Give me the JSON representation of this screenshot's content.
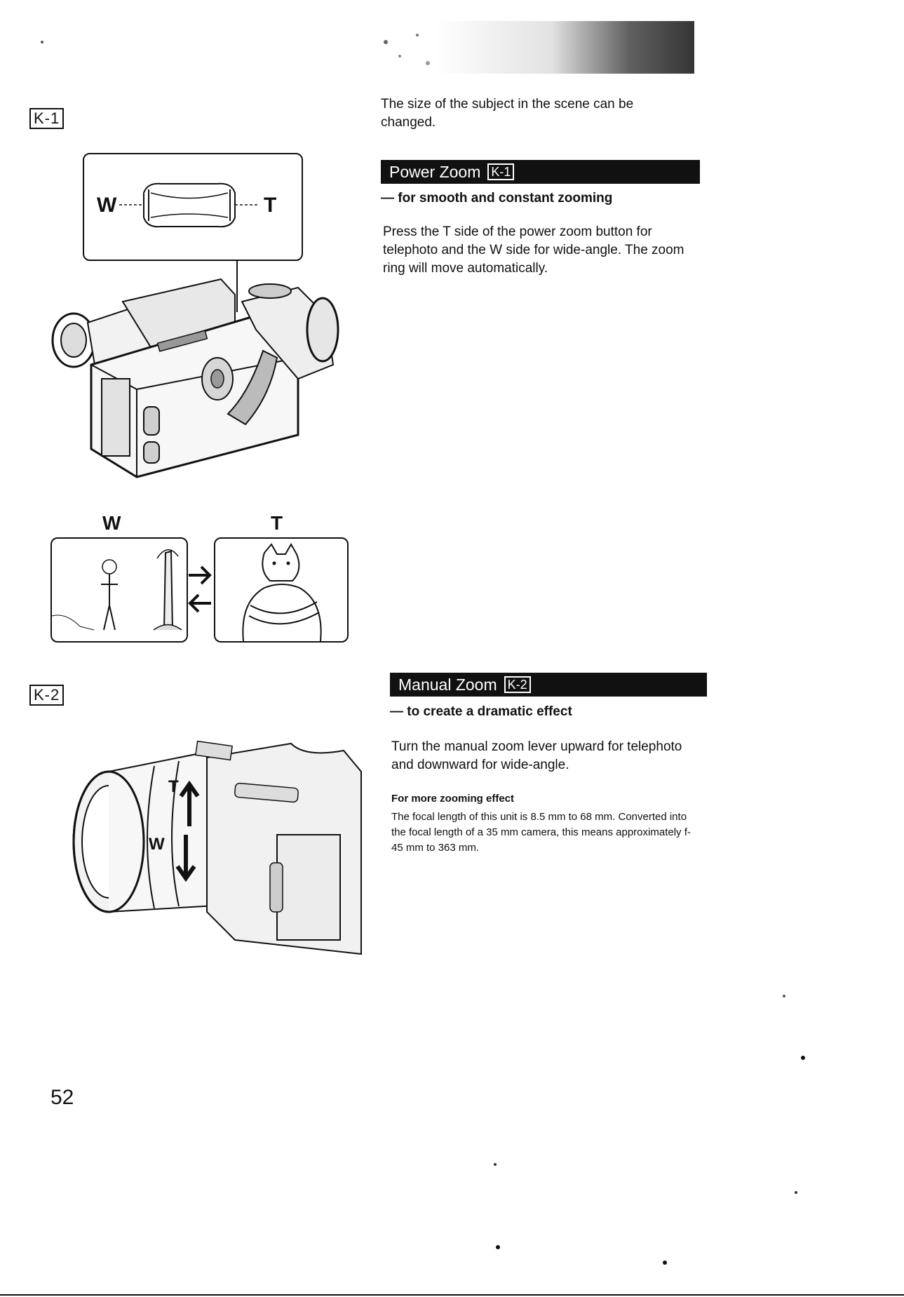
{
  "intro_text": "The size of the subject in the scene can be changed.",
  "figure_k1": {
    "label": "K-1",
    "zoom_w": "W",
    "zoom_t": "T",
    "scene_w": "W",
    "scene_t": "T"
  },
  "power_zoom": {
    "title": "Power Zoom",
    "tag": "K-1",
    "subtitle": "— for smooth and constant zooming",
    "body": "Press the T side of the power zoom button for telephoto and the W side for wide-angle. The zoom ring will move automatically."
  },
  "figure_k2": {
    "label": "K-2",
    "lever_t": "T",
    "lever_w": "W"
  },
  "manual_zoom": {
    "title": "Manual Zoom",
    "tag": "K-2",
    "subtitle": "— to create a dramatic effect",
    "body": "Turn the manual zoom lever upward for telephoto and downward for wide-angle.",
    "note_title": "For more zooming effect",
    "note_body": "The focal length of this unit is 8.5 mm to 68 mm. Converted into the focal length of a 35 mm camera, this means approximately f-45 mm to 363 mm."
  },
  "page_number": "52"
}
